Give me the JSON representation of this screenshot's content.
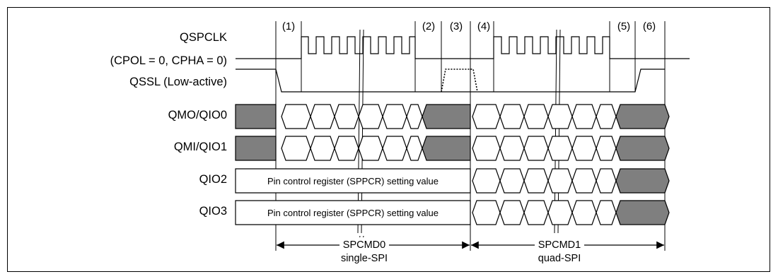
{
  "signals": {
    "qspclk": "QSPCLK",
    "qspclk_mode": "(CPOL = 0, CPHA = 0)",
    "qssl": "QSSL (Low-active)",
    "qmo": "QMO/QIO0",
    "qmi": "QMI/QIO1",
    "qio2": "QIO2",
    "qio3": "QIO3"
  },
  "markers": [
    "(1)",
    "(2)",
    "(3)",
    "(4)",
    "(5)",
    "(6)"
  ],
  "pin_control_text": "Pin control register (SPPCR) setting value",
  "commands": [
    {
      "name": "SPCMD0",
      "mode": "single-SPI"
    },
    {
      "name": "SPCMD1",
      "mode": "quad-SPI"
    }
  ],
  "colors": {
    "line": "#000000",
    "fill_gray": "#7f7f7f",
    "background": "#ffffff"
  }
}
